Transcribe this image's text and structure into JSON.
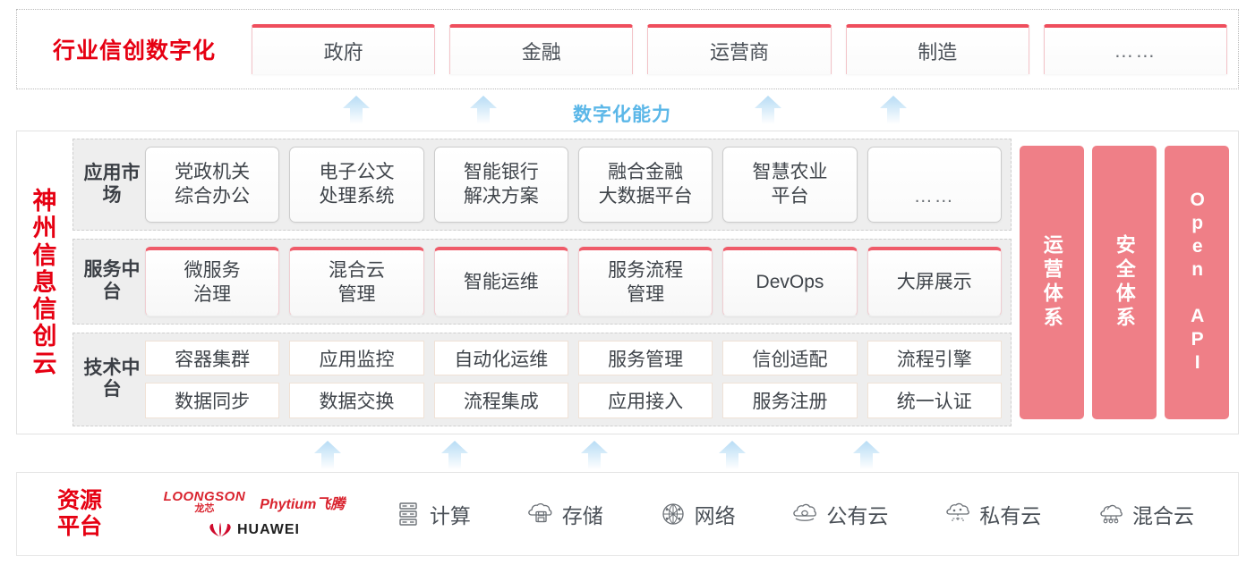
{
  "industry": {
    "title": "行业信创数字化",
    "boxes": [
      {
        "label": "政府"
      },
      {
        "label": "金融"
      },
      {
        "label": "运营商"
      },
      {
        "label": "制造"
      },
      {
        "label": "……"
      }
    ]
  },
  "capability": {
    "label": "数字化能力",
    "arrow_color": "#cfe8fa",
    "text_color": "#5bb7e8"
  },
  "cloud": {
    "side_title": "神州信息信创云",
    "rows": [
      {
        "label": "应用市场",
        "cells": [
          {
            "label": "党政机关\n综合办公"
          },
          {
            "label": "电子公文\n处理系统"
          },
          {
            "label": "智能银行\n解决方案"
          },
          {
            "label": "融合金融\n大数据平台"
          },
          {
            "label": "智慧农业\n平台"
          },
          {
            "label": "……"
          }
        ]
      },
      {
        "label": "服务中台",
        "cells": [
          {
            "label": "微服务\n治理"
          },
          {
            "label": "混合云\n管理"
          },
          {
            "label": "智能运维"
          },
          {
            "label": "服务流程\n管理"
          },
          {
            "label": "DevOps"
          },
          {
            "label": "大屏展示"
          }
        ]
      },
      {
        "label": "技术中台",
        "rows": [
          [
            "容器集群",
            "应用监控",
            "自动化运维",
            "服务管理",
            "信创适配",
            "流程引擎"
          ],
          [
            "数据同步",
            "数据交换",
            "流程集成",
            "应用接入",
            "服务注册",
            "统一认证"
          ]
        ]
      }
    ],
    "pillars": [
      {
        "label": "运营体系",
        "orientation": "cjk"
      },
      {
        "label": "安全体系",
        "orientation": "cjk"
      },
      {
        "label": "Open API",
        "orientation": "latin"
      }
    ],
    "pillar_color": "#ef7f87"
  },
  "resource": {
    "title": "资源平台",
    "vendors": [
      {
        "name": "LOONGSON",
        "sub": "龙芯"
      },
      {
        "name": "Phytium飞腾",
        "sub": ""
      },
      {
        "name": "HUAWEI",
        "sub": ""
      }
    ],
    "items": [
      {
        "label": "计算",
        "icon": "server-rack-icon"
      },
      {
        "label": "存储",
        "icon": "cloud-storage-icon"
      },
      {
        "label": "网络",
        "icon": "network-globe-icon"
      },
      {
        "label": "公有云",
        "icon": "public-cloud-icon"
      },
      {
        "label": "私有云",
        "icon": "private-cloud-icon"
      },
      {
        "label": "混合云",
        "icon": "hybrid-cloud-icon"
      }
    ]
  },
  "theme": {
    "brand_red": "#e60012",
    "accent_pink": "#ef5b69",
    "arrow_blue": "#cfe8fa",
    "label_gray": "#3b3f45"
  }
}
